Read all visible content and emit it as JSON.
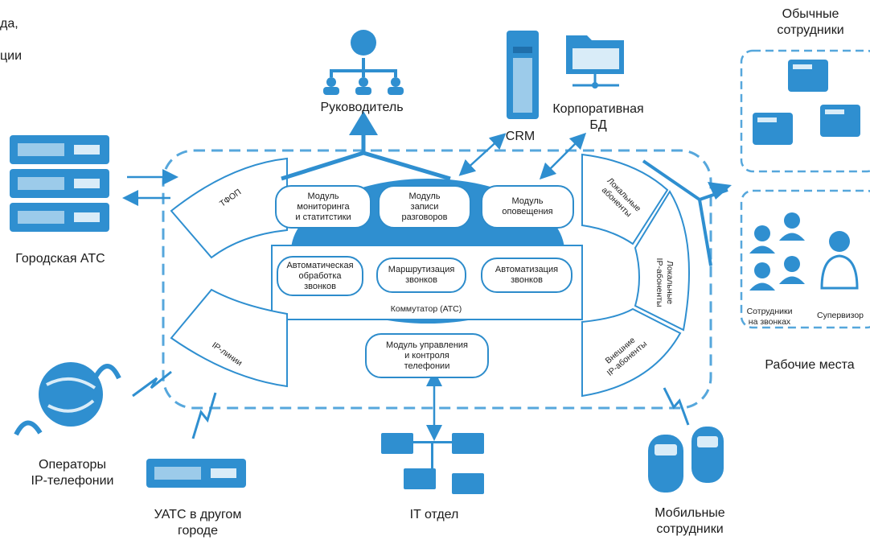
{
  "colors": {
    "primary": "#2f8fd0",
    "dark": "#1f6fab",
    "light": "#d9ecf8",
    "dash": "#56a7dc"
  },
  "corner_text": {
    "line1": "да,",
    "line2": "ции"
  },
  "nodes": {
    "manager": "Руководитель",
    "crm": "CRM",
    "corp_db": "Корпоративная\nБД",
    "regular_staff": "Обычные\nсотрудники",
    "city_pbx": "Городская АТС",
    "ip_operators": "Операторы\nIP-телефонии",
    "remote_pbx": "УАТС в другом\nгороде",
    "it_dept": "IT отдел",
    "mobile_staff": "Мобильные\nсотрудники",
    "workplaces": "Рабочие места",
    "call_agents": "Сотрудники\nна звонках",
    "supervisor": "Супервизор"
  },
  "segments": {
    "pstn": "ТФОП",
    "ip_lines": "IP-линии",
    "local_subscribers": "Локальные\nабоненты",
    "local_ip": "Локальные\nIP-абоненты",
    "external_ip": "Внешние\nIP-абоненты"
  },
  "modules": {
    "monitoring": "Модуль\nмониторинга\nи статитстики",
    "recording": "Модуль\nзаписи\nразговоров",
    "notification": "Модуль\nоповещения",
    "auto_processing": "Автоматическая\nобработка\nзвонков",
    "routing": "Маршрутизация\nзвонков",
    "automation": "Автоматизация\nзвонков",
    "switch": "Коммутатор (АТС)",
    "management": "Модуль управления\nи контроля\nтелефонии"
  },
  "icons": [
    "server-rack-icon",
    "org-chart-icon",
    "crm-server-icon",
    "database-folder-icon",
    "desk-phone-icon",
    "globe-headset-icon",
    "network-computers-icon",
    "mobile-phone-icon",
    "headset-operator-icon",
    "supervisor-icon",
    "lightning-icon"
  ]
}
